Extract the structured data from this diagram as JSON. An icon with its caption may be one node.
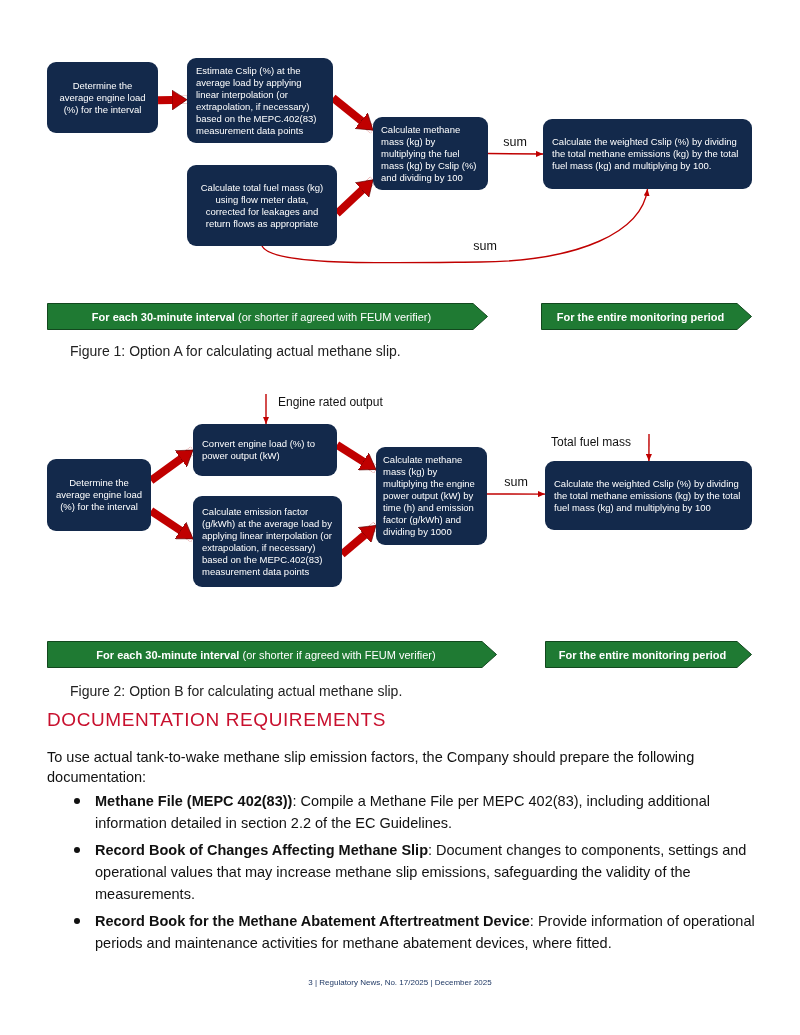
{
  "diagram": {
    "nodes": [
      {
        "text": [
          "Determine the average engine load (%) for the interval"
        ]
      },
      {
        "text": [
          "Estimate Cslip (%) at the average load by applying linear interpolation (or extrapolation, if necessary) based on the MEPC.402(83) measurement data points"
        ]
      },
      {
        "text": [
          "Calculate methane mass (kg) by multiplying the fuel mass (kg) by Cslip (%) and dividing by 100"
        ]
      },
      {
        "text": [
          "Calculate total fuel mass (kg) using flow meter data, corrected for leakages and return flows as appropriate"
        ]
      },
      {
        "text": [
          "Calculate the weighted Cslip (%) by dividing the total methane emissions (kg) by the total fuel mass (kg) and multiplying by 100."
        ]
      },
      {
        "text": [
          "**For each 30-minute interval** (or shorter if agreed with FEUM verifier)"
        ]
      },
      {
        "text": [
          "For the entire monitoring period"
        ]
      },
      {
        "text": [
          "Engine rated output"
        ]
      },
      {
        "text": [
          "Determine the average engine load (%) for the interval"
        ]
      },
      {
        "text": [
          "Convert engine load (%) to power output (kW)"
        ]
      },
      {
        "text": [
          "Calculate emission factor (g/kWh) at the average load by applying linear interpolation (or extrapolation, if necessary) based on the MEPC.402(83) measurement data points"
        ]
      },
      {
        "text": [
          "Calculate methane mass (kg) by multiplying the engine power output (kW) by time (h) and emission factor (g/kWh) and dividing by 1000"
        ]
      },
      {
        "text": [
          "Total fuel mass"
        ]
      },
      {
        "text": [
          "Calculate the weighted Cslip (%) by dividing the total methane emissions (kg) by the total fuel mass (kg) and multiplying by 100"
        ]
      },
      {
        "text": [
          "**For each 30-minute interval** (or shorter if agreed with FEUM verifier)"
        ]
      },
      {
        "text": [
          "For the entire monitoring period"
        ]
      }
    ],
    "edges": [
      {
        "from": 0,
        "to": 1,
        "arrow": "to"
      },
      {
        "from": 1,
        "to": 2,
        "arrow": "to"
      },
      {
        "from": 3,
        "to": 2,
        "arrow": "to"
      },
      {
        "from": 2,
        "to": 4,
        "arrow": "to",
        "label": "sum"
      },
      {
        "from": 3,
        "to": 4,
        "arrow": "to",
        "label": "sum"
      },
      {
        "from": 7,
        "to": 9,
        "arrow": "to"
      },
      {
        "from": 8,
        "to": 9,
        "arrow": "to"
      },
      {
        "from": 8,
        "to": 10,
        "arrow": "to"
      },
      {
        "from": 9,
        "to": 11,
        "arrow": "to"
      },
      {
        "from": 10,
        "to": 11,
        "arrow": "to"
      },
      {
        "from": 12,
        "to": 13,
        "arrow": "to"
      },
      {
        "from": 11,
        "to": 13,
        "arrow": "to",
        "label": "sum"
      }
    ],
    "labels": [
      "Figure 1: Option A for calculating actual methane slip.",
      "Figure 2: Option B for calculating actual methane slip.",
      "DOCUMENTATION REQUIREMENTS",
      "To use actual tank-to-wake methane slip emission factors, the Company should prepare the following documentation:",
      "**Methane File (MEPC 402(83))**: Compile a Methane File per MEPC 402(83), including additional information detailed in section 2.2 of the EC Guidelines.",
      "**Record Book of Changes Affecting Methane Slip**: Document changes to components, settings and operational values that may increase methane slip emissions, safeguarding the validity of the measurements.",
      "**Record Book for the Methane Abatement Aftertreatment Device**: Provide information of operational periods and maintenance activities for methane abatement devices, where fitted.",
      "3 | Regulatory News, No. 17/2025 | December 2025"
    ]
  }
}
